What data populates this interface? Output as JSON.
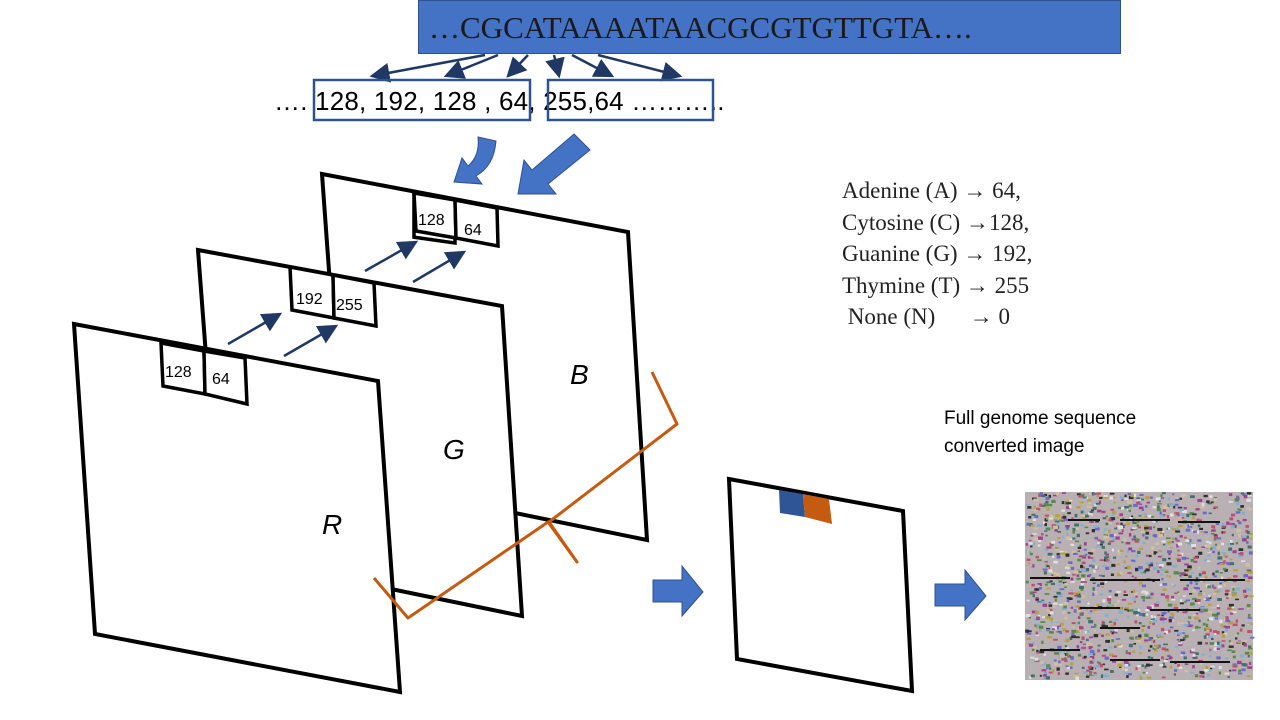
{
  "dna_sequence": "…CGCATAAAATAACGCGTGTTGTA….",
  "pixel_sequence": "…. 128, 192, 128 , 64, 255,64 ………..",
  "mapping": [
    {
      "text": "Adenine (A) → 64,"
    },
    {
      "text": "Cytosine (C) →128,"
    },
    {
      "text": "Guanine (G) → 192,"
    },
    {
      "text": "Thymine (T) → 255"
    },
    {
      "text": " None (N)      → 0"
    }
  ],
  "channels": {
    "r": {
      "label": "R",
      "cells": [
        "128",
        "64"
      ]
    },
    "g": {
      "label": "G",
      "cells": [
        "192",
        "255"
      ]
    },
    "b": {
      "label": "B",
      "cells": [
        "128",
        "64"
      ]
    }
  },
  "output_caption": [
    "Full genome sequence",
    "converted image"
  ],
  "colors": {
    "banner": "#4472c4",
    "arrow_dark": "#1f3864",
    "arrow_block": "#4472c4",
    "brace": "#c55a11",
    "pixel_blue": "#2f5597",
    "pixel_orange": "#c55a11"
  }
}
